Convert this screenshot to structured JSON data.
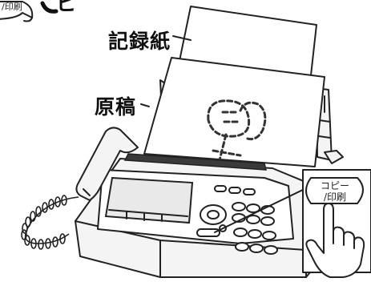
{
  "header": {
    "badge_line2": "/印刷",
    "heading": "ピ"
  },
  "labels": {
    "record_paper": "記録紙",
    "original": "原稿"
  },
  "callout_button": {
    "line1": "コピー",
    "line2": "/印刷"
  },
  "icons": [
    "copy-print-button-icon",
    "pointing-hand-icon",
    "fax-machine-icon"
  ],
  "colors": {
    "line": "#222222",
    "body_fill": "#f2f2f2",
    "paper_fill": "#ffffff",
    "dark_slot": "#3a3a3a",
    "screen_fill": "#e9e9e9"
  }
}
